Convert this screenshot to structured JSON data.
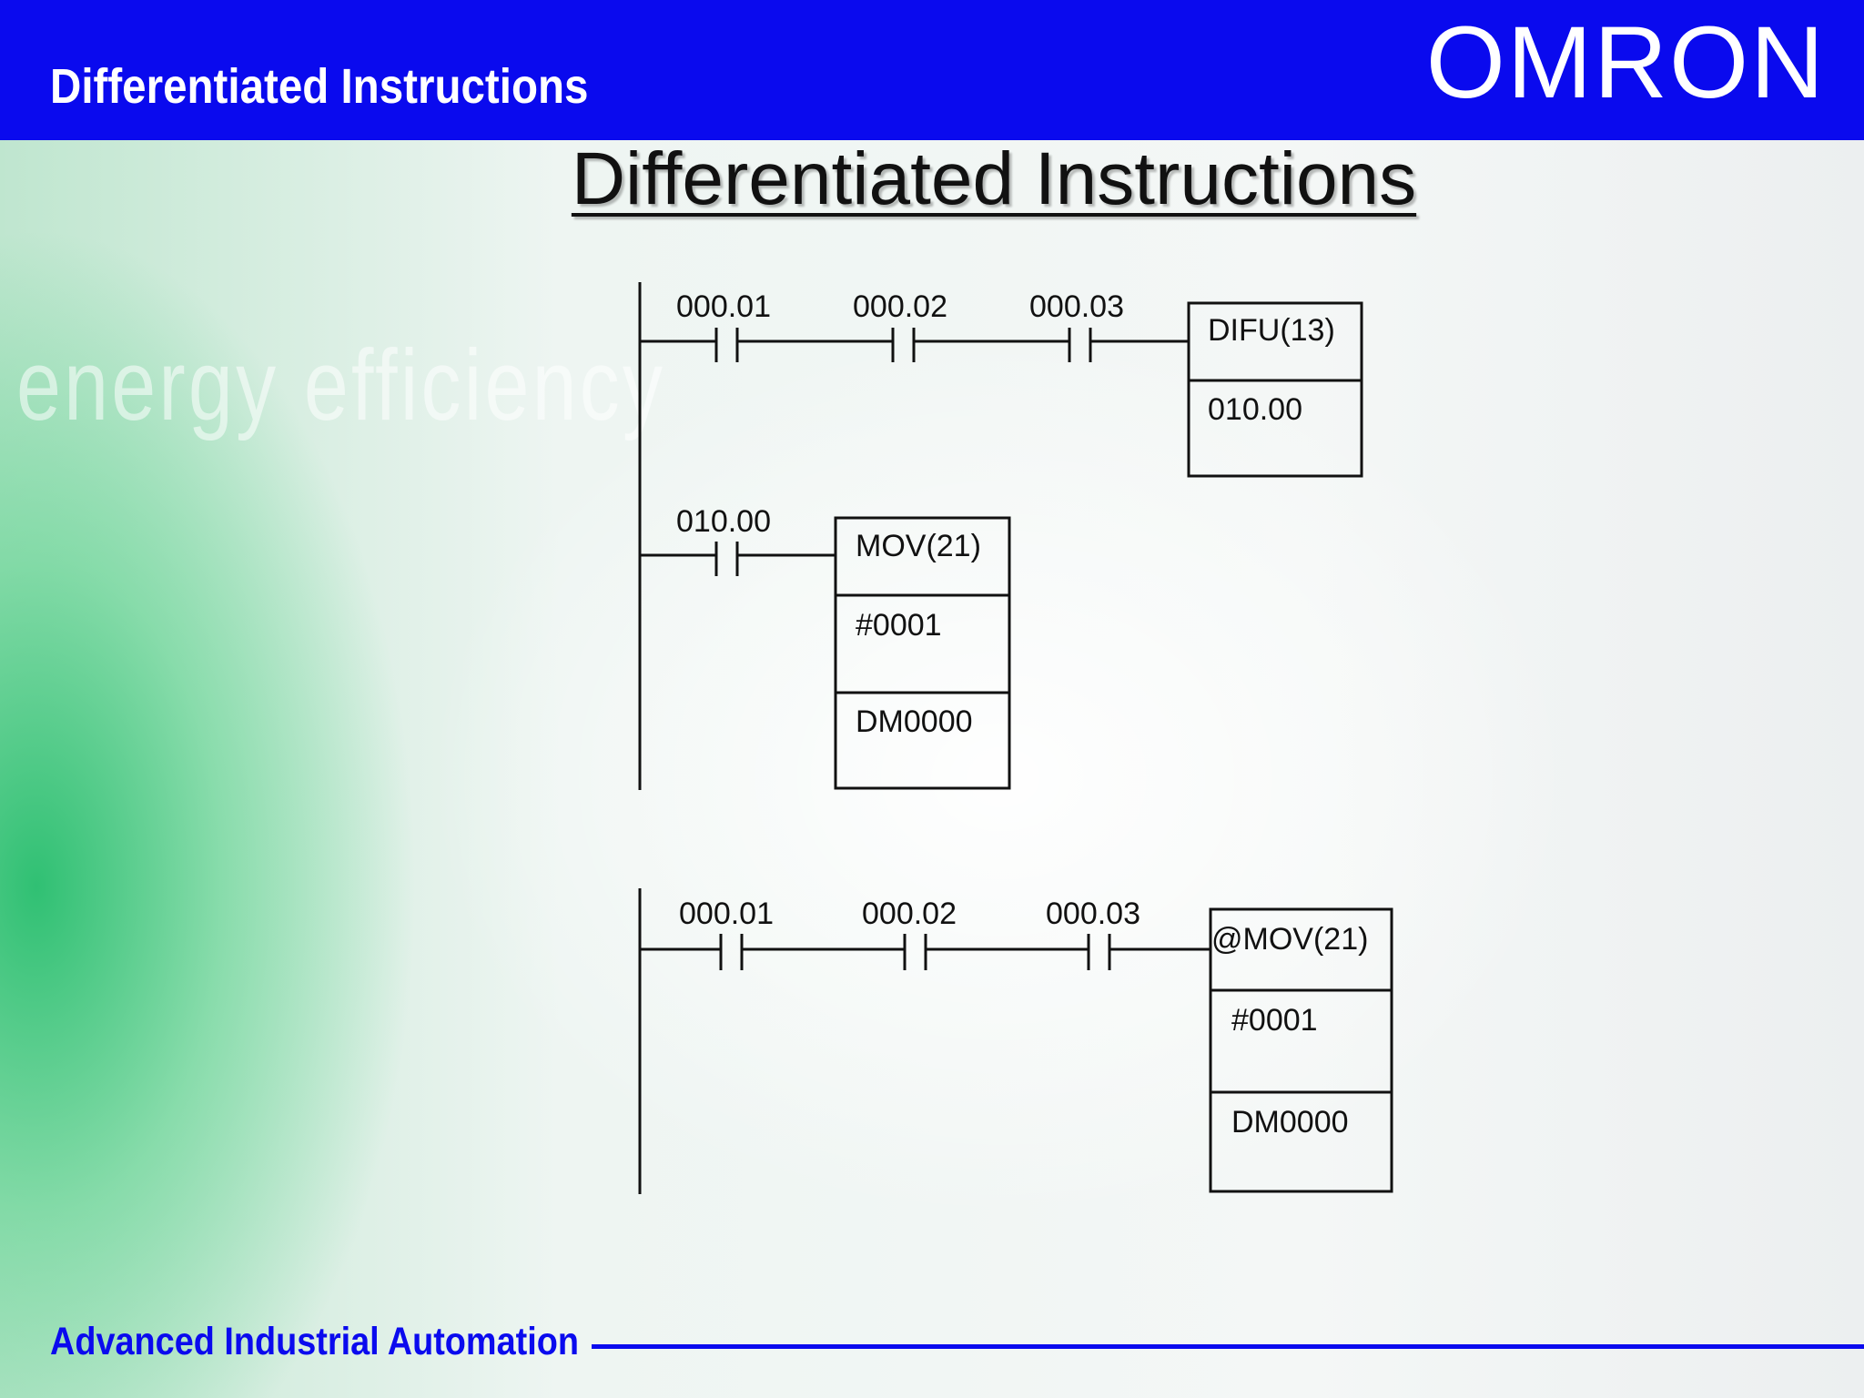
{
  "header": {
    "title": "Differentiated Instructions",
    "brand": "OMRON"
  },
  "slide": {
    "title": "Differentiated Instructions"
  },
  "diagram": {
    "rung1": {
      "contacts": [
        "000.01",
        "000.02",
        "000.03"
      ],
      "instruction": "DIFU(13)",
      "operand": "010.00"
    },
    "rung2": {
      "contact": "010.00",
      "instruction": "MOV(21)",
      "source": "#0001",
      "destination": "DM0000"
    },
    "rung3": {
      "contacts": [
        "000.01",
        "000.02",
        "000.03"
      ],
      "instruction": "@MOV(21)",
      "source": "#0001",
      "destination": "DM0000"
    }
  },
  "footer": {
    "text": "Advanced Industrial Automation"
  },
  "colors": {
    "header_blue": "#0a0aee",
    "accent_green": "#28be6e"
  }
}
